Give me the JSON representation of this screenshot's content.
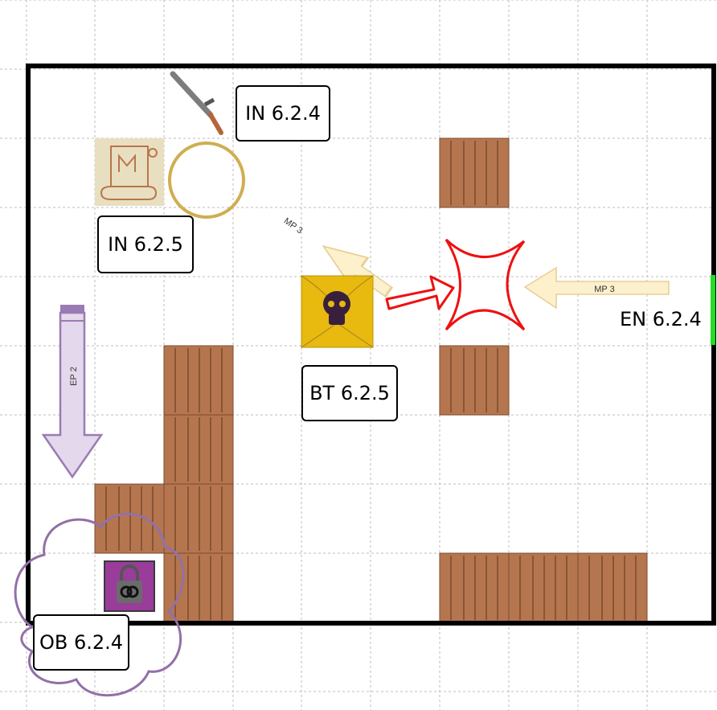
{
  "labels": {
    "in_624": "IN 6.2.4",
    "in_625": "IN 6.2.5",
    "bt_625": "BT 6.2.5",
    "en_624": "EN 6.2.4",
    "ob_624": "OB 6.2.4"
  },
  "arrows": {
    "mp_left": "MP 3",
    "mp_diag": "MP 3",
    "ep_down": "EP 2"
  },
  "colors": {
    "wall": "#000000",
    "crate": "#b5764f",
    "crate_line": "#7a4a2c",
    "grid": "#bdbdbd",
    "exit": "#22dd22",
    "arrow_fill": "#fdf0cc",
    "arrow_stroke": "#e7cf94",
    "ep_fill": "#e3d8ec",
    "ep_stroke": "#9b7bb3",
    "cloud": "#9270a8",
    "lock_bg": "#9a3c9a",
    "burst": "#ee1111",
    "skull_bg": "#e8b90e",
    "ring": "#cfae52",
    "scroll": "#e8dfc0"
  },
  "icons": [
    "sword-icon",
    "scroll-icon",
    "ring-icon",
    "skull-trap-icon",
    "impact-burst-icon",
    "lock-icon",
    "cloud-icon"
  ]
}
